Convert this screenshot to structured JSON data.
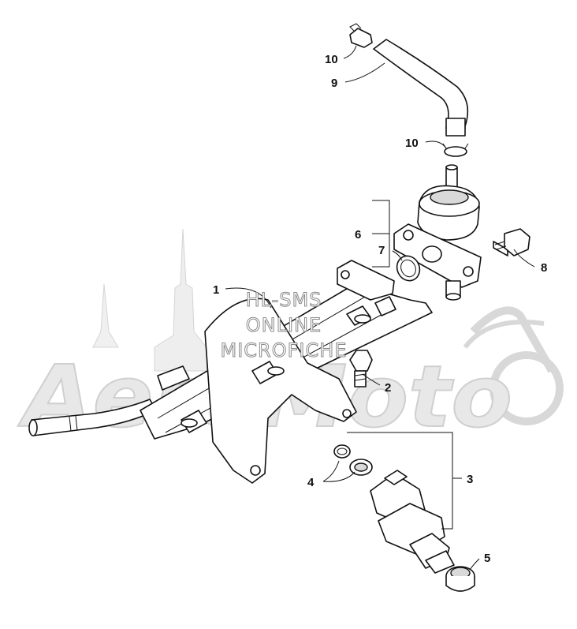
{
  "diagram": {
    "callouts": [
      {
        "id": "c1",
        "label": "1"
      },
      {
        "id": "c2",
        "label": "2"
      },
      {
        "id": "c3",
        "label": "3"
      },
      {
        "id": "c4",
        "label": "4"
      },
      {
        "id": "c5",
        "label": "5"
      },
      {
        "id": "c6",
        "label": "6"
      },
      {
        "id": "c7",
        "label": "7"
      },
      {
        "id": "c8",
        "label": "8"
      },
      {
        "id": "c9",
        "label": "9"
      },
      {
        "id": "c10a",
        "label": "10"
      },
      {
        "id": "c10b",
        "label": "10"
      }
    ]
  },
  "watermark": {
    "line1": "HL-SMS",
    "line2": "ONLINE",
    "line3": "MICROFICHE",
    "brand": "AeroMoto"
  }
}
